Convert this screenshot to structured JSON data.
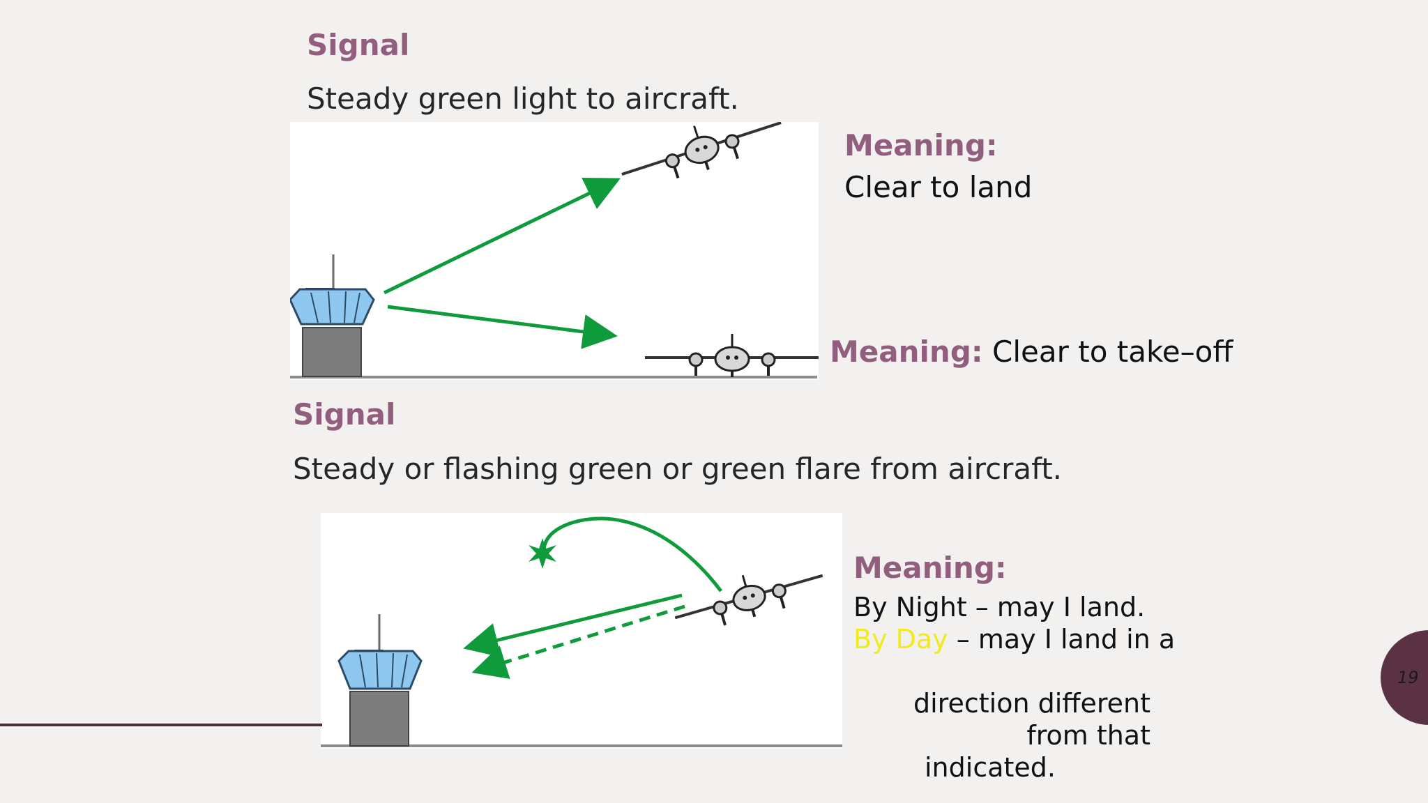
{
  "section1": {
    "signal_heading": "Signal",
    "signal_text": "Steady green light to aircraft.",
    "meaning1_heading": "Meaning:",
    "meaning1_text": "Clear to land",
    "meaning2_heading": "Meaning:",
    "meaning2_text": "Clear to take–off"
  },
  "section2": {
    "signal_heading": "Signal",
    "signal_text": "Steady or flashing green or green flare from aircraft.",
    "meaning_heading": "Meaning:",
    "line1": "By Night – may I land.",
    "line2_highlight": "By Day",
    "line2_rest": " – may I land in a",
    "line3": "direction different",
    "line4": "from that",
    "line5": "indicated."
  },
  "footer": {
    "page_number": "19"
  },
  "colors": {
    "accent": "#925e7e",
    "signal_green": "#0f9a3c",
    "badge": "#5a3243",
    "highlight": "#f2ea1c"
  },
  "icons": [
    "control-tower-icon",
    "airplane-icon",
    "green-arrow-icon",
    "flare-burst-icon"
  ]
}
